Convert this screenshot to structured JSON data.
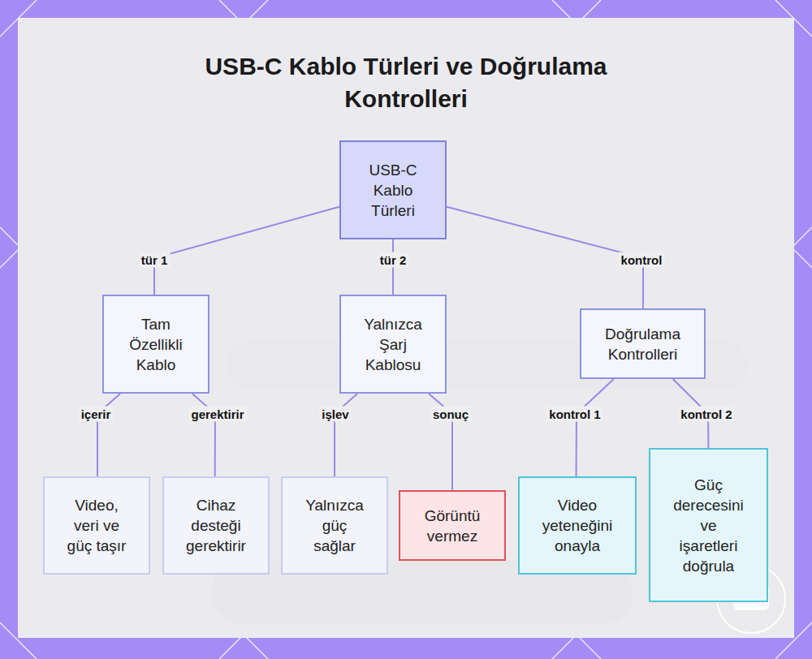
{
  "diagram": {
    "title": "USB-C Kablo Türleri ve Doğrulama Kontrolleri",
    "nodes": [
      {
        "text": [
          "USB-C Kablo Türleri"
        ]
      },
      {
        "text": [
          "Tam Özellikli Kablo"
        ]
      },
      {
        "text": [
          "Yalnızca Şarj Kablosu"
        ]
      },
      {
        "text": [
          "Doğrulama Kontrolleri"
        ]
      },
      {
        "text": [
          "Video, veri ve güç taşır"
        ]
      },
      {
        "text": [
          "Cihaz desteği gerektirir"
        ]
      },
      {
        "text": [
          "Yalnızca güç sağlar"
        ]
      },
      {
        "text": [
          "Görüntü vermez"
        ]
      },
      {
        "text": [
          "Video yeteneğini onayla"
        ]
      },
      {
        "text": [
          "Güç derecesini ve işaretleri doğrula"
        ]
      }
    ],
    "edges": [
      {
        "from": 0,
        "to": 1,
        "label": "tür 1",
        "arrow": "none"
      },
      {
        "from": 0,
        "to": 2,
        "label": "tür 2",
        "arrow": "none"
      },
      {
        "from": 0,
        "to": 3,
        "label": "kontrol",
        "arrow": "none"
      },
      {
        "from": 1,
        "to": 4,
        "label": "içerir",
        "arrow": "none"
      },
      {
        "from": 1,
        "to": 5,
        "label": "gerektirir",
        "arrow": "none"
      },
      {
        "from": 2,
        "to": 6,
        "label": "işlev",
        "arrow": "none"
      },
      {
        "from": 2,
        "to": 7,
        "label": "sonuç",
        "arrow": "none"
      },
      {
        "from": 3,
        "to": 8,
        "label": "kontrol 1",
        "arrow": "none"
      },
      {
        "from": 3,
        "to": 9,
        "label": "kontrol 2",
        "arrow": "none"
      }
    ]
  }
}
